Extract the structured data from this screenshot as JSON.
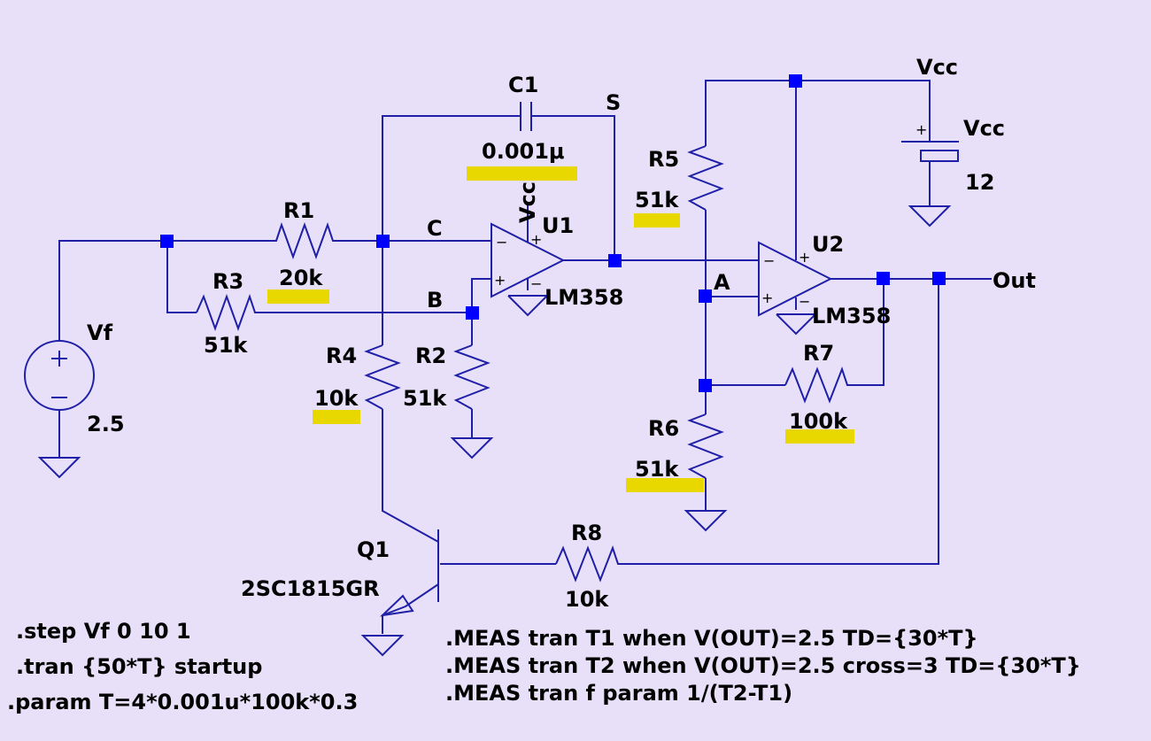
{
  "colors": {
    "background": "#e8e0f8",
    "wire": "#1f1fa8",
    "junction": "#0000ff",
    "highlight": "#e8d800",
    "text": "#000000"
  },
  "components": {
    "vf": {
      "name": "Vf",
      "value": "2.5"
    },
    "vcc": {
      "name": "Vcc",
      "value": "12"
    },
    "r1": {
      "name": "R1",
      "value": "20k"
    },
    "r2": {
      "name": "R2",
      "value": "51k"
    },
    "r3": {
      "name": "R3",
      "value": "51k"
    },
    "r4": {
      "name": "R4",
      "value": "10k"
    },
    "r5": {
      "name": "R5",
      "value": "51k"
    },
    "r6": {
      "name": "R6",
      "value": "51k"
    },
    "r7": {
      "name": "R7",
      "value": "100k"
    },
    "r8": {
      "name": "R8",
      "value": "10k"
    },
    "c1": {
      "name": "C1",
      "value": "0.001μ"
    },
    "u1": {
      "name": "U1",
      "model": "LM358"
    },
    "u2": {
      "name": "U2",
      "model": "LM358"
    },
    "q1": {
      "name": "Q1",
      "model": "2SC1815GR"
    }
  },
  "nets": {
    "c": "C",
    "b": "B",
    "s": "S",
    "a": "A",
    "out": "Out",
    "vcc_top": "Vcc",
    "vcc_u1": "Vcc"
  },
  "directives": {
    "step": ".step Vf 0 10 1",
    "tran": ".tran {50*T} startup",
    "param": ".param T=4*0.001u*100k*0.3",
    "meas1": ".MEAS tran T1 when V(OUT)=2.5 TD={30*T}",
    "meas2": ".MEAS tran T2 when V(OUT)=2.5 cross=3 TD={30*T}",
    "meas3": ".MEAS tran f  param 1/(T2-T1)"
  }
}
